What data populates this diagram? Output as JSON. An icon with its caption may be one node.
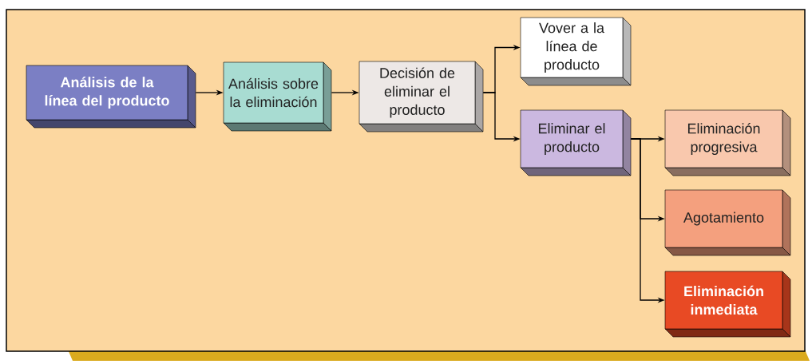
{
  "diagram": {
    "nodes": [
      {
        "text": [
          "Análisis de la línea del producto"
        ]
      },
      {
        "text": [
          "Análisis sobre la eliminación"
        ]
      },
      {
        "text": [
          "Decisión de eliminar el producto"
        ]
      },
      {
        "text": [
          "Vover a la línea de producto"
        ]
      },
      {
        "text": [
          "Eliminar el producto"
        ]
      },
      {
        "text": [
          "Eliminación progresiva"
        ]
      },
      {
        "text": [
          "Agotamiento"
        ]
      },
      {
        "text": [
          "Eliminación inmediata"
        ]
      }
    ],
    "edges": [
      {
        "from": 0,
        "to": 1,
        "arrow": "to"
      },
      {
        "from": 1,
        "to": 2,
        "arrow": "to"
      },
      {
        "from": 2,
        "to": 3,
        "arrow": "to"
      },
      {
        "from": 2,
        "to": 4,
        "arrow": "to"
      },
      {
        "from": 4,
        "to": 5,
        "arrow": "to"
      },
      {
        "from": 4,
        "to": 6,
        "arrow": "to"
      },
      {
        "from": 4,
        "to": 7,
        "arrow": "to"
      }
    ]
  }
}
